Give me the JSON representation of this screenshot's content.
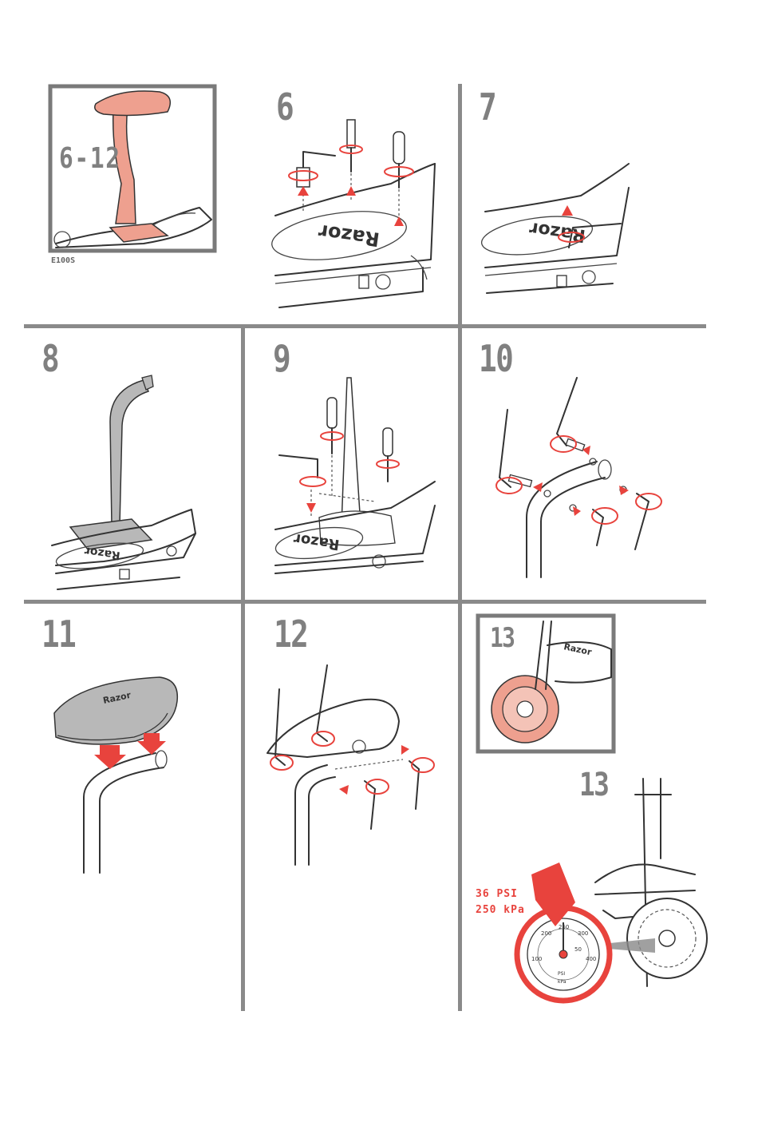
{
  "panels": {
    "overview": {
      "label": "6-12",
      "model": "E100S"
    },
    "step6": {
      "label": "6",
      "brand": "Razor"
    },
    "step7": {
      "label": "7",
      "brand": "Razor"
    },
    "step8": {
      "label": "8",
      "brand": "Razor"
    },
    "step9": {
      "label": "9",
      "brand": "Razor"
    },
    "step10": {
      "label": "10"
    },
    "step11": {
      "label": "11",
      "brand": "Razor"
    },
    "step12": {
      "label": "12"
    },
    "step13_inset": {
      "label": "13",
      "brand": "Razor"
    },
    "step13": {
      "label": "13",
      "pressure_psi": "36 PSI",
      "pressure_kpa": "250 kPa",
      "gauge_ticks": [
        "200",
        "250",
        "300",
        "100",
        "400",
        "50",
        "PSI",
        "kPa"
      ]
    }
  },
  "colors": {
    "accent": "#e8433d",
    "seat": "#eea08f",
    "rule": "#8a8a8a",
    "label": "#808080"
  }
}
